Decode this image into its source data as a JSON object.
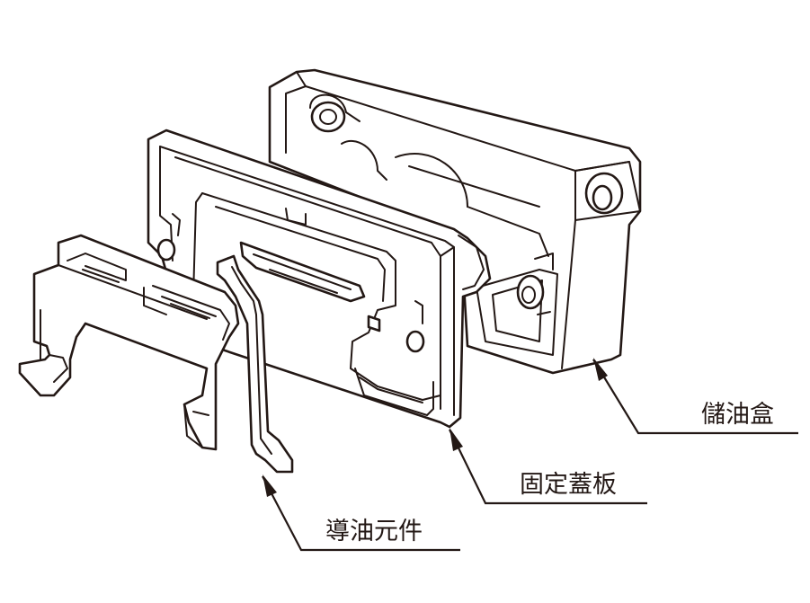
{
  "colors": {
    "line": "#231815",
    "background": "#ffffff"
  },
  "labels": {
    "oil_box": "儲油盒",
    "fixed_cover": "固定蓋板",
    "oil_guide": "導油元件"
  }
}
